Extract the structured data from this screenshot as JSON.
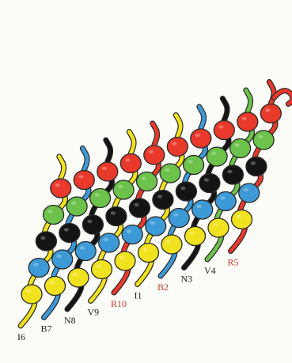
{
  "colors": {
    "paper": "#fbfbf7",
    "outline": "#2a2a2a",
    "red": "#e8392b",
    "green": "#6cc24a",
    "black": "#141414",
    "blue": "#3d9ad6",
    "yellow": "#f1e21f"
  },
  "rows": [
    {
      "color": "red"
    },
    {
      "color": "green"
    },
    {
      "color": "black"
    },
    {
      "color": "blue"
    },
    {
      "color": "yellow"
    }
  ],
  "columns": [
    {
      "label": "I6",
      "strand_color": "yellow",
      "label_red": false
    },
    {
      "label": "B7",
      "strand_color": "blue",
      "label_red": false
    },
    {
      "label": "N8",
      "strand_color": "black",
      "label_red": false
    },
    {
      "label": "V9",
      "strand_color": "yellow",
      "label_red": false
    },
    {
      "label": "R10",
      "strand_color": "red",
      "label_red": true
    },
    {
      "label": "I1",
      "strand_color": "yellow",
      "label_red": false
    },
    {
      "label": "B2",
      "strand_color": "blue",
      "label_red": true
    },
    {
      "label": "N3",
      "strand_color": "black",
      "label_red": false
    },
    {
      "label": "V4",
      "strand_color": "green",
      "label_red": false
    },
    {
      "label": "R5",
      "strand_color": "red",
      "label_red": true
    }
  ],
  "top_ends": [
    "yellow",
    "blue",
    "black",
    "yellow",
    "red",
    "yellow",
    "blue",
    "black",
    "green",
    "red"
  ]
}
